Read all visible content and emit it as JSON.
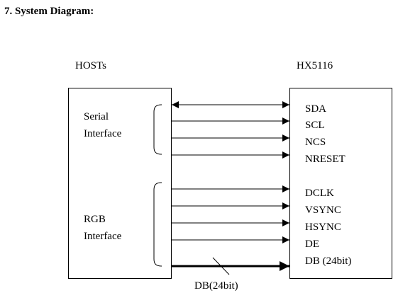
{
  "heading": "7.  System Diagram:",
  "host": {
    "title": "HOSTs",
    "groups": [
      {
        "line1": "Serial",
        "line2": "Interface"
      },
      {
        "line1": "RGB",
        "line2": "Interface"
      }
    ]
  },
  "device": {
    "title": "HX5116",
    "signals": [
      "SDA",
      "SCL",
      "NCS",
      "NRESET",
      "DCLK",
      "VSYNC",
      "HSYNC",
      "DE",
      "DB (24bit)"
    ]
  },
  "bus_label": "DB(24bit)"
}
